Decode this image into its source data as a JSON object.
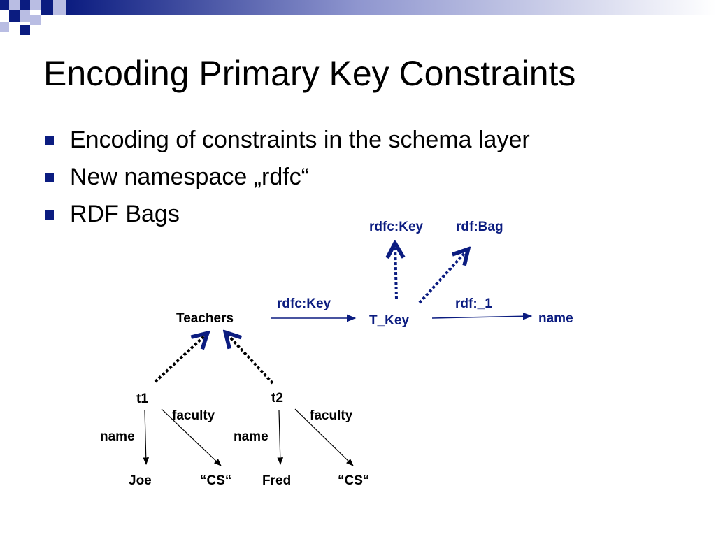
{
  "slide": {
    "title": "Encoding Primary Key Constraints",
    "bullets": [
      "Encoding of constraints in the schema layer",
      "New namespace „rdfc“",
      "RDF Bags"
    ]
  },
  "diagram": {
    "nodes": {
      "rdfc_key_top": "rdfc:Key",
      "rdf_bag": "rdf:Bag",
      "teachers": "Teachers",
      "t_key": "T_Key",
      "name_target": "name",
      "t1": "t1",
      "t2": "t2",
      "joe": "Joe",
      "cs1": "“CS“",
      "fred": "Fred",
      "cs2": "“CS“"
    },
    "edges": {
      "teachers_to_tkey": "rdfc:Key",
      "tkey_to_name": "rdf:_1",
      "t1_name": "name",
      "t1_faculty": "faculty",
      "t2_name": "name",
      "t2_faculty": "faculty"
    }
  },
  "colors": {
    "accent": "#0b1c80",
    "deco_light": "#b9bde3",
    "text": "#000000"
  }
}
